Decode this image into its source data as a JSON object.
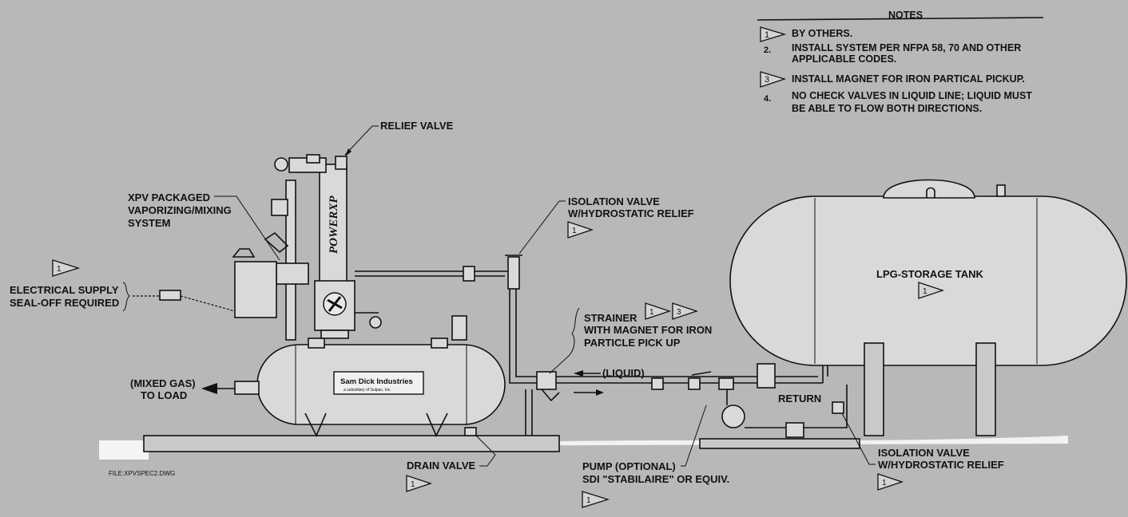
{
  "notes": {
    "header": "NOTES",
    "items": [
      {
        "marker": "1",
        "text_lines": [
          "BY OTHERS."
        ]
      },
      {
        "marker": "2.",
        "text_lines": [
          "INSTALL SYSTEM PER NFPA 58, 70 AND OTHER",
          "APPLICABLE CODES."
        ]
      },
      {
        "marker": "3",
        "text_lines": [
          "INSTALL MAGNET FOR IRON PARTICAL PICKUP."
        ]
      },
      {
        "marker": "4.",
        "text_lines": [
          "NO CHECK VALVES IN LIQUID LINE; LIQUID MUST",
          "BE ABLE TO FLOW BOTH DIRECTIONS."
        ]
      }
    ]
  },
  "labels": {
    "relief_valve": "RELIEF VALVE",
    "xpv_line1": "XPV PACKAGED",
    "xpv_line2": "VAPORIZING/MIXING",
    "xpv_line3": "SYSTEM",
    "iso_top_line1": "ISOLATION VALVE",
    "iso_top_line2": "W/HYDROSTATIC RELIEF",
    "elec_line1": "ELECTRICAL SUPPLY",
    "elec_line2": "SEAL-OFF REQUIRED",
    "strainer_line1": "STRAINER",
    "strainer_line2": "WITH MAGNET FOR IRON",
    "strainer_line3": "PARTICLE PICK UP",
    "mixed_line1": "(MIXED GAS)",
    "mixed_line2": "TO LOAD",
    "liquid": "(LIQUID)",
    "return": "RETURN",
    "tank": "LPG-STORAGE TANK",
    "drain_valve": "DRAIN VALVE",
    "pump_line1": "PUMP (OPTIONAL)",
    "pump_line2": "SDI \"STABILAIRE\" OR EQUIV.",
    "iso_bottom_line1": "ISOLATION VALVE",
    "iso_bottom_line2": "W/HYDROSTATIC RELIEF",
    "file": "FILE:XPVSPEC2.DWG",
    "brand_vert": "POWERXP",
    "nameplate_line1": "Sam Dick Industries",
    "nameplate_line2": "a subsidiary of Sulpac, Inc."
  },
  "flags": {
    "one": "1",
    "three": "3"
  }
}
